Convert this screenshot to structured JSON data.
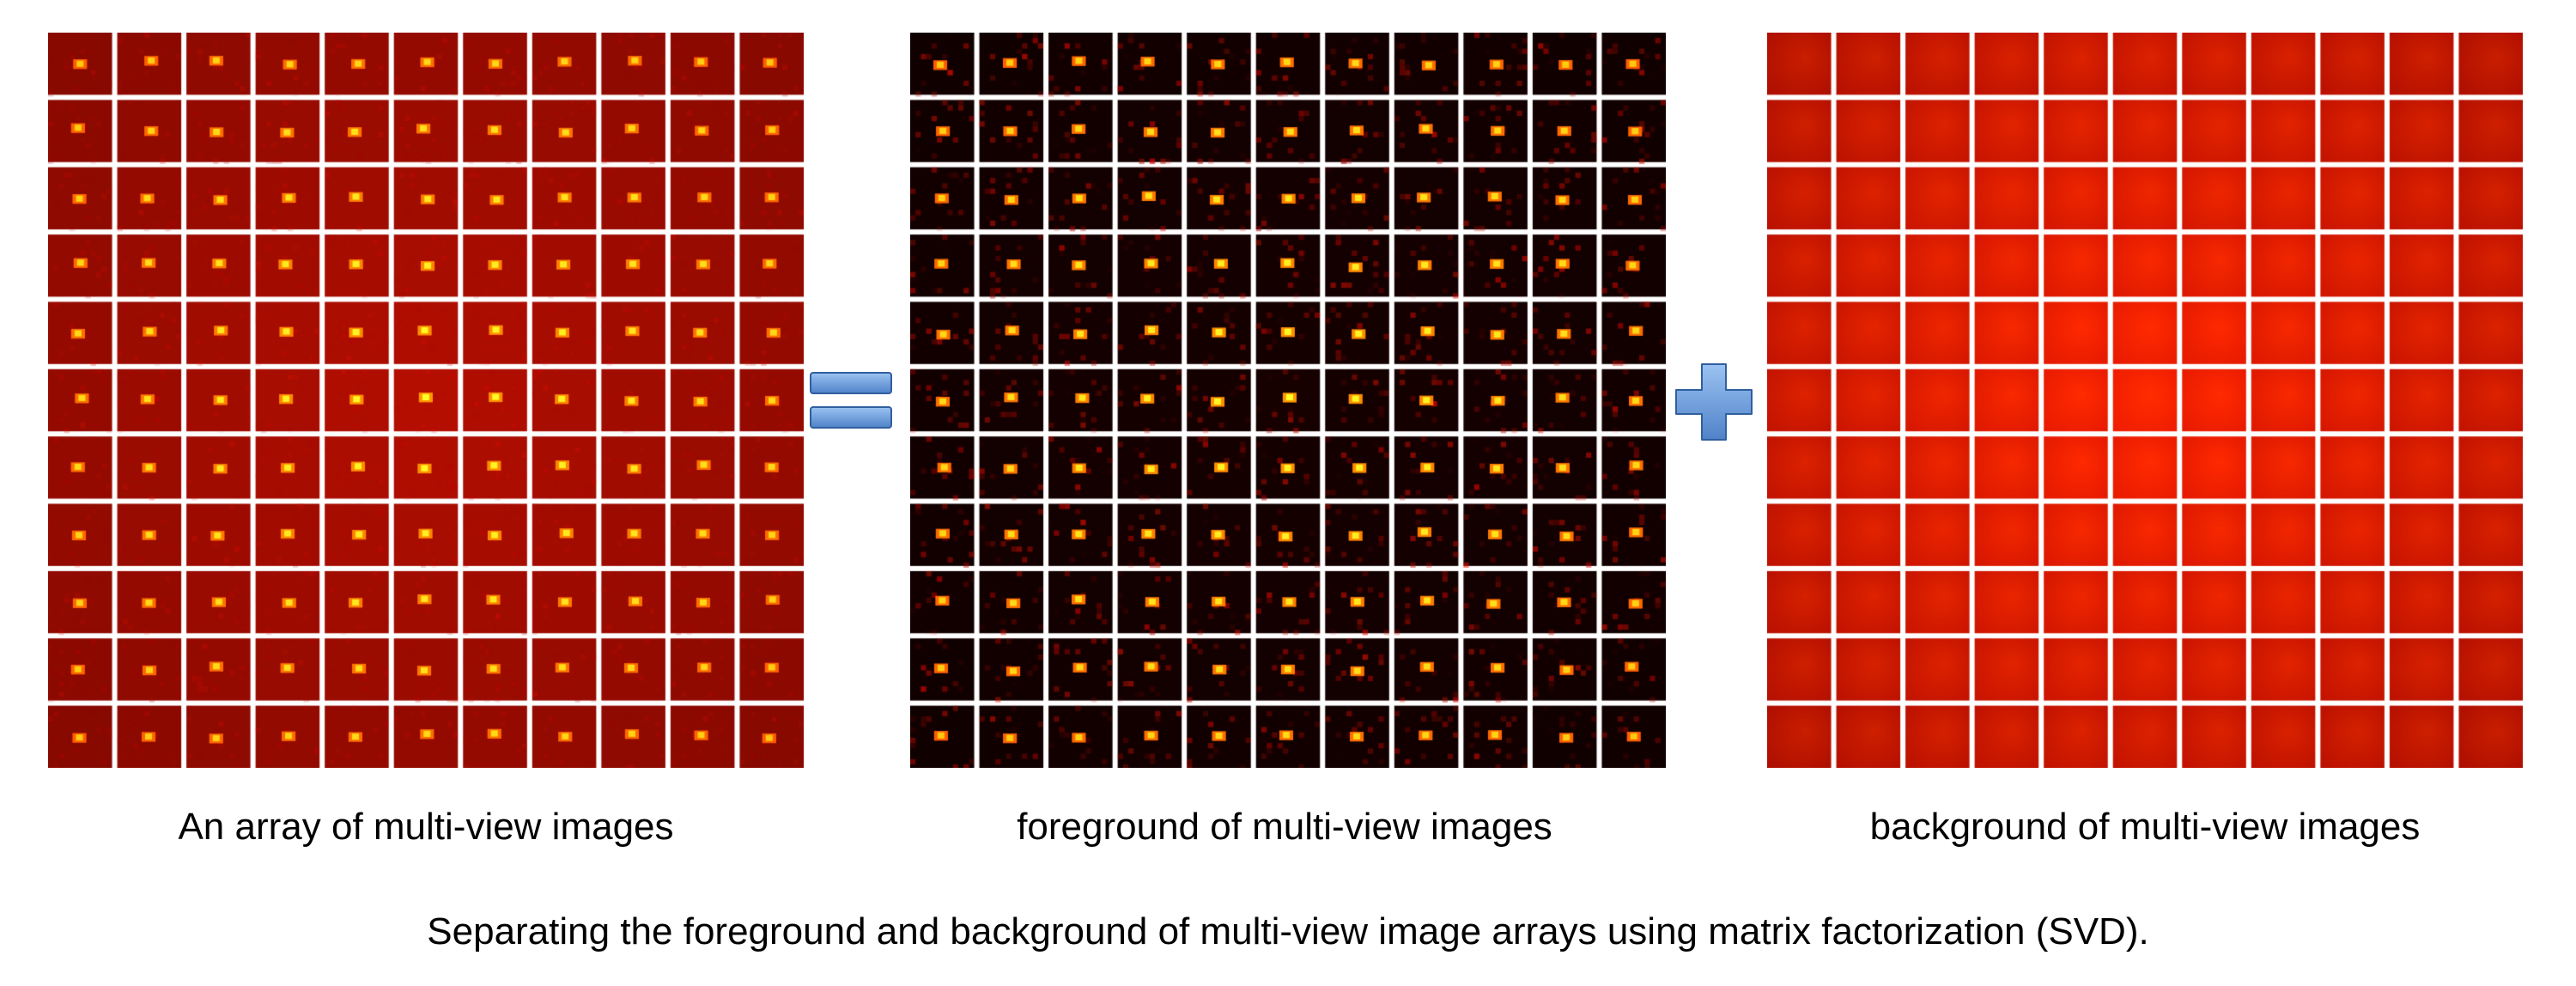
{
  "panels": {
    "original": {
      "label": "An array of multi-view images"
    },
    "foreground": {
      "label": "foreground of multi-view images"
    },
    "background": {
      "label": "background of multi-view images"
    }
  },
  "operators": {
    "equals": "equals-icon",
    "plus": "plus-icon"
  },
  "caption": "Separating the foreground and background of multi-view image arrays using matrix factorization (SVD).",
  "grid": {
    "rows": 11,
    "cols": 11
  },
  "colors": {
    "original_base": "#a80a00",
    "foreground_base": "#120000",
    "background_base": "#e01800",
    "highlight": "#ffe040",
    "operator_fill": "#5b8fd6",
    "operator_stroke": "#2f5f9e"
  }
}
